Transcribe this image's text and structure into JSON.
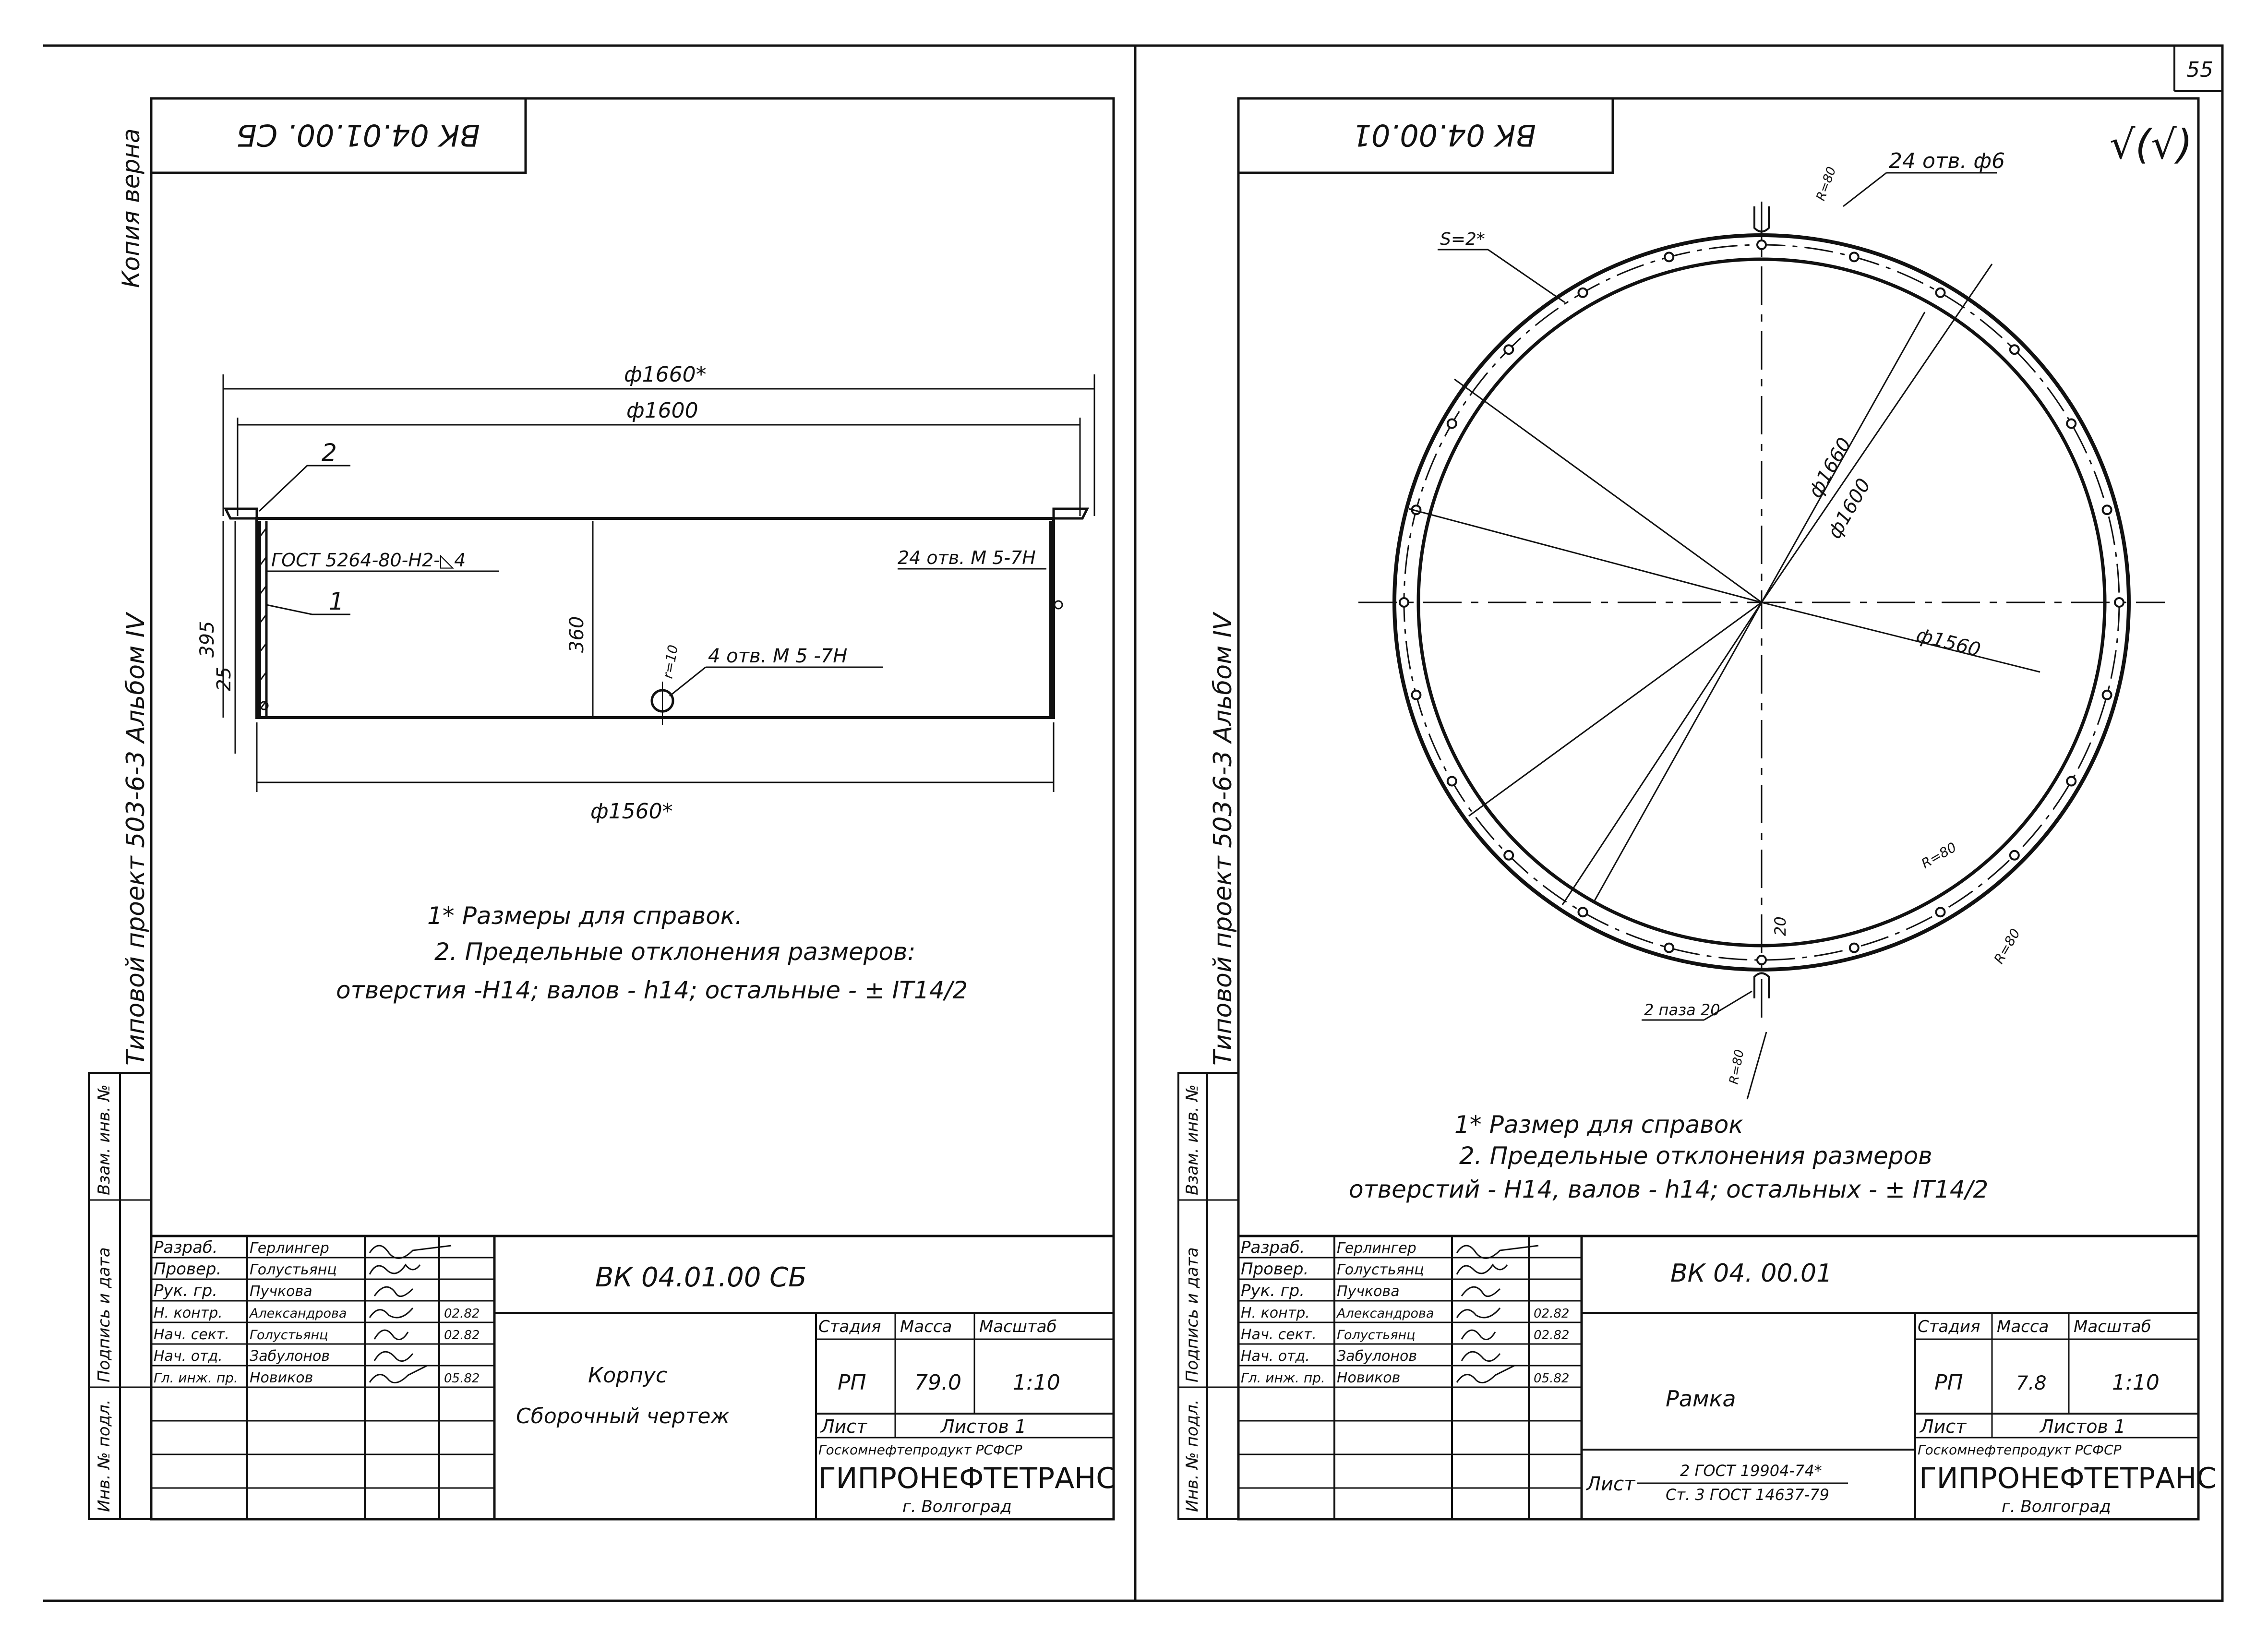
{
  "page_number": "55",
  "side_stamps": {
    "copy": "Копия верна",
    "project": "Типовой проект 503-6-3 Альбом IV",
    "col1": "Инв. № подл.",
    "col2": "Подпись и дата",
    "col3": "Взам. инв. №"
  },
  "left": {
    "rotated_code": "ВК 04.01.00. СБ",
    "dims": {
      "overall": "ф1660*",
      "inner": "ф1600",
      "bottom": "ф1560*",
      "height": "395",
      "inner_height": "360",
      "flange": "25",
      "small": "r=10"
    },
    "callouts": {
      "item2": "2",
      "item1": "1",
      "weld": "ГОСТ 5264-80-Н2-◺4",
      "holes24": "24 отв. М 5-7Н",
      "holes4": "4 отв. М 5 -7Н"
    },
    "notes": [
      "1* Размеры для справок.",
      "2. Предельные отклонения размеров:",
      "отверстия -Н14; валов - h14; остальные - ± IT14/2"
    ],
    "title_block": {
      "roles": [
        "Разраб.",
        "Провер.",
        "Рук. гр.",
        "Н. контр.",
        "Нач. сект.",
        "Нач. отд.",
        "Гл. инж. пр."
      ],
      "names": [
        "Герлингер",
        "Голустьянц",
        "Пучкова",
        "Александрова",
        "Голустьянц",
        "Забулонов",
        "Новиков"
      ],
      "dates": [
        "",
        "",
        "",
        "02.82",
        "02.82",
        "",
        "05.82"
      ],
      "doc_code": "ВК 04.01.00 СБ",
      "title_line1": "Корпус",
      "title_line2": "Сборочный чертеж",
      "hdr_stage": "Стадия",
      "hdr_mass": "Масса",
      "hdr_scale": "Масштаб",
      "stage": "РП",
      "mass": "79.0",
      "scale": "1:10",
      "sheet": "Лист",
      "sheets": "Листов 1",
      "org_ministry": "Госкомнефтепродукт РСФСР",
      "org": "ГИПРОНЕФТЕТРАНС",
      "city": "г. Волгоград"
    }
  },
  "right": {
    "rotated_code": "ВК 04.00.01",
    "mark": "√(√)",
    "dims": {
      "d1660": "ф1660",
      "d1600": "ф1600",
      "d1560": "ф1560",
      "thickness": "S=2*",
      "holes": "24 отв. ф6",
      "r8a": "R=80",
      "r8b": "R=80",
      "r8c": "R=80",
      "r8d": "R=80",
      "slot_w": "20",
      "slots": "2 паза 20"
    },
    "notes": [
      "1* Размер для справок",
      "2. Предельные отклонения размеров",
      "отверстий - Н14, валов - h14; остальных - ± IT14/2"
    ],
    "title_block": {
      "roles": [
        "Разраб.",
        "Провер.",
        "Рук. гр.",
        "Н. контр.",
        "Нач. сект.",
        "Нач. отд.",
        "Гл. инж. пр."
      ],
      "names": [
        "Герлингер",
        "Голустьянц",
        "Пучкова",
        "Александрова",
        "Голустьянц",
        "Забулонов",
        "Новиков"
      ],
      "dates": [
        "",
        "",
        "",
        "02.82",
        "02.82",
        "",
        "05.82"
      ],
      "doc_code": "ВК 04. 00.01",
      "title_line1": "Рамка",
      "material_top": "2 ГОСТ 19904-74*",
      "material_bottom": "Ст. 3 ГОСТ 14637-79",
      "material_prefix": "Лист",
      "hdr_stage": "Стадия",
      "hdr_mass": "Масса",
      "hdr_scale": "Масштаб",
      "stage": "РП",
      "mass": "7.8",
      "scale": "1:10",
      "sheet": "Лист",
      "sheets": "Листов 1",
      "org_ministry": "Госкомнефтепродукт РСФСР",
      "org": "ГИПРОНЕФТЕТРАНС",
      "city": "г. Волгоград"
    }
  }
}
